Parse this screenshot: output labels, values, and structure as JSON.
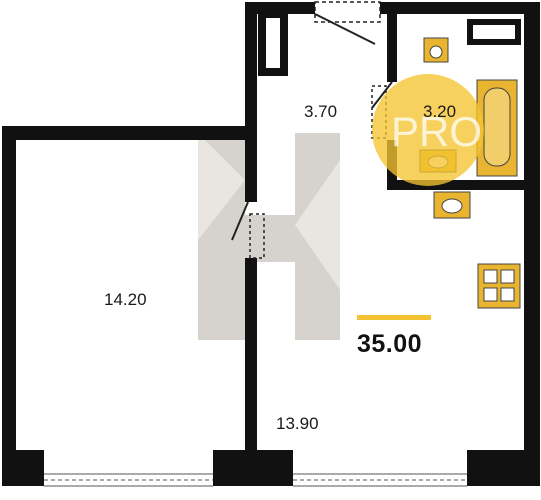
{
  "rooms": [
    {
      "id": "hall",
      "area": "3.70"
    },
    {
      "id": "bathroom",
      "area": "3.20"
    },
    {
      "id": "bedroom",
      "area": "14.20"
    },
    {
      "id": "kitchen-living",
      "area": "13.90"
    }
  ],
  "total_area": "35.00",
  "watermark": "PRO",
  "colors": {
    "wall": "#111111",
    "accent": "#f2c230",
    "badge": "#f5c431",
    "fixture": "#e9b531",
    "logo": "#c8c3bd"
  }
}
